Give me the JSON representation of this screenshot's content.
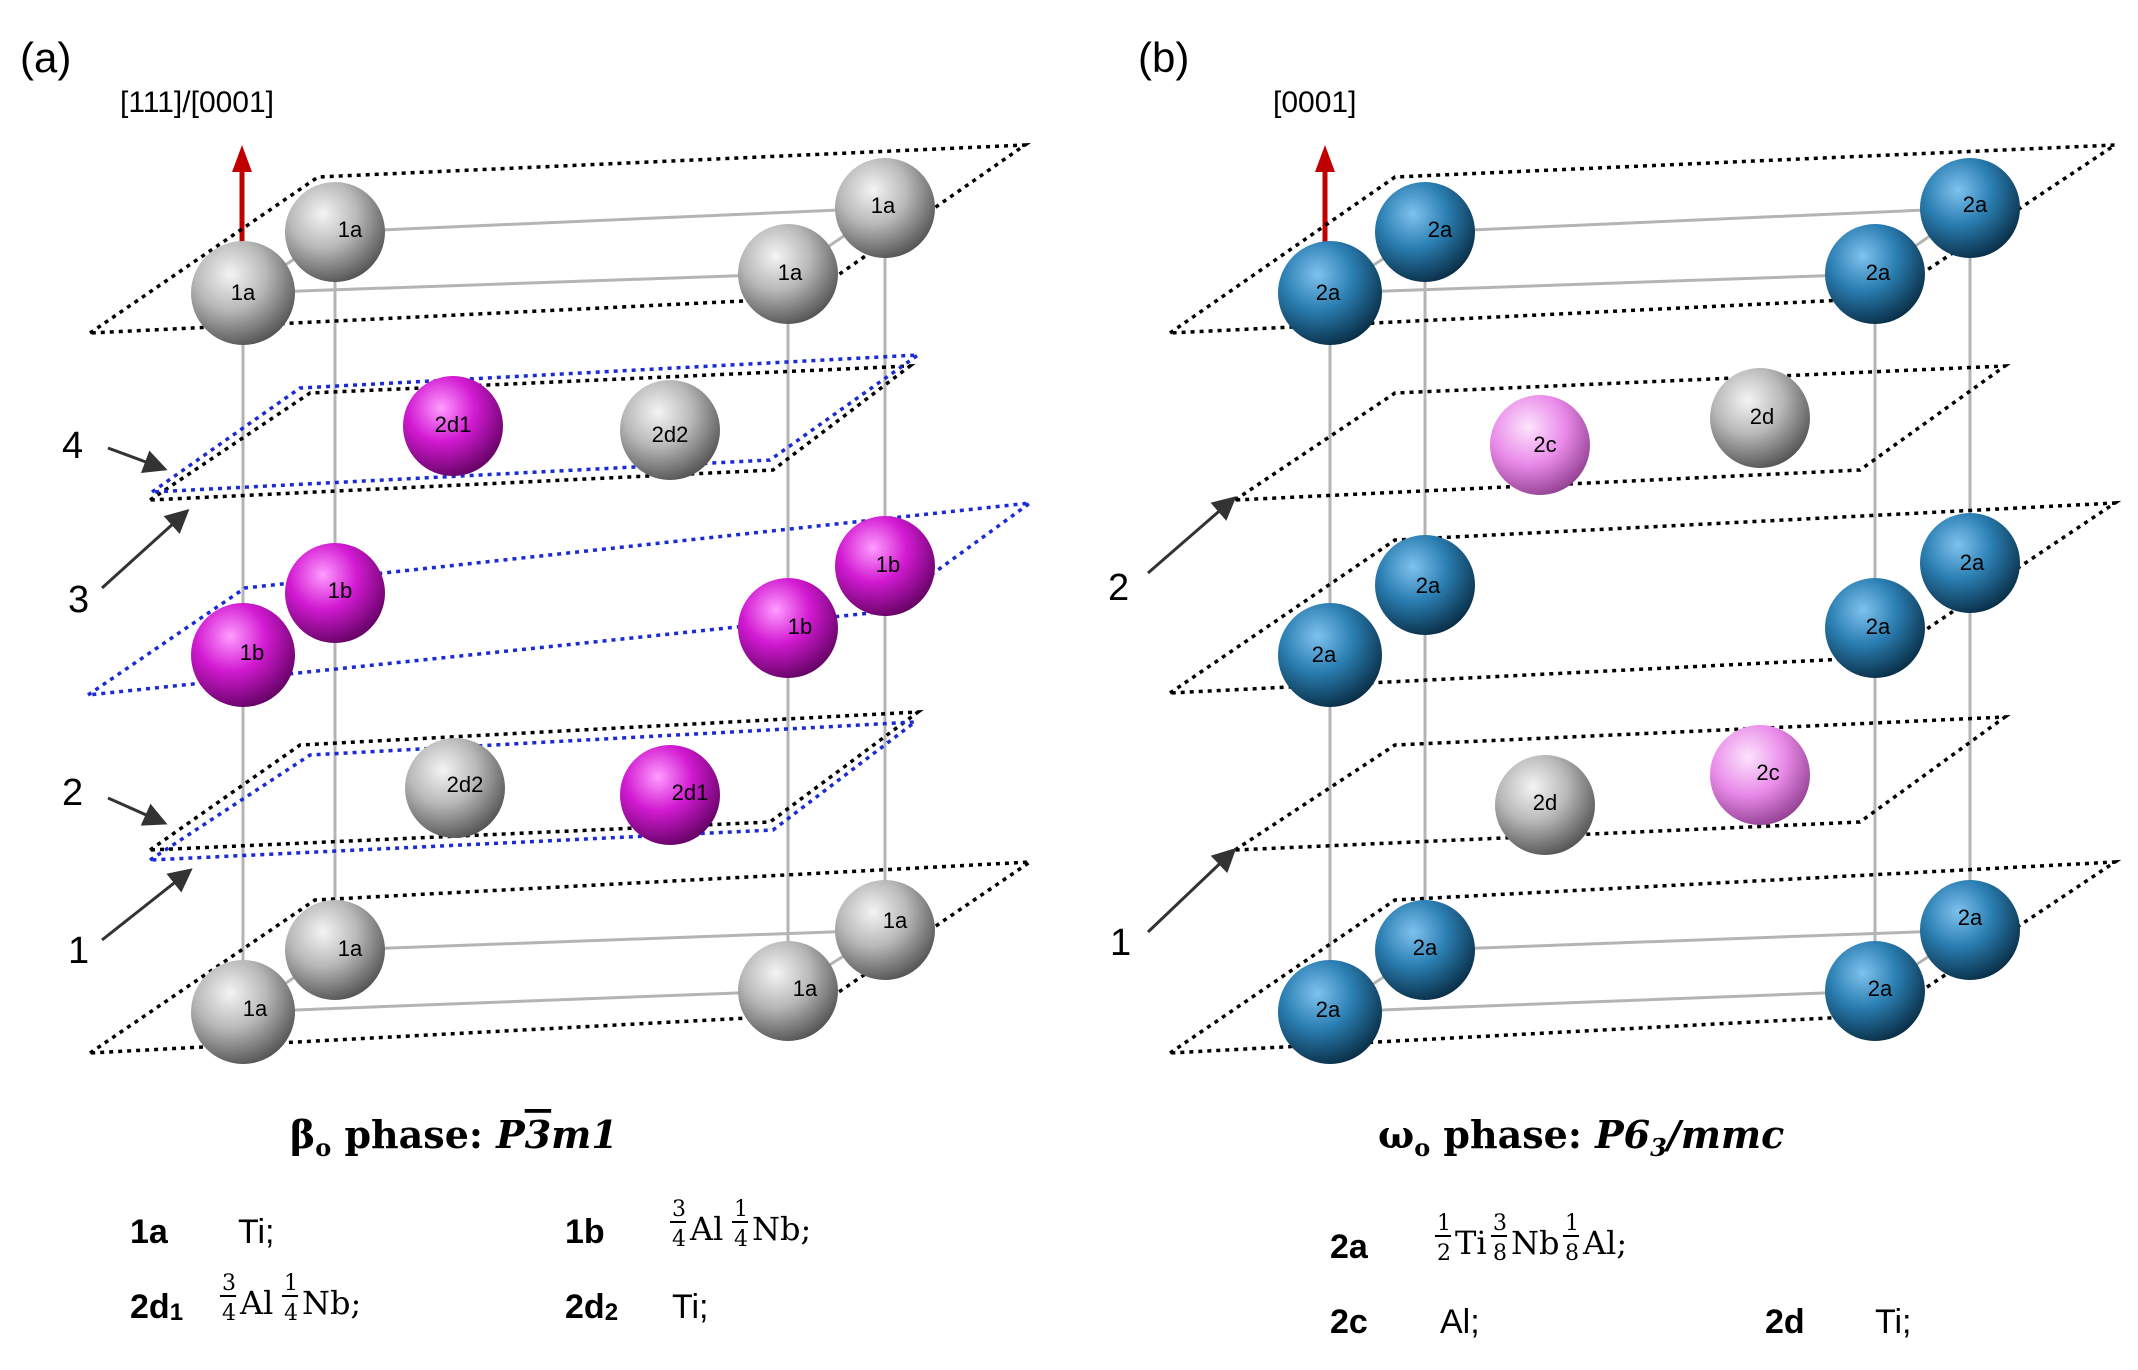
{
  "panel_a": {
    "label": "(a)",
    "axis_label": "[111]/[0001]",
    "plane_numbers": [
      "4",
      "3",
      "2",
      "1"
    ],
    "title_phase_symbol": "β",
    "title_phase_subscript": "o",
    "title_phase_word": " phase: ",
    "title_space_group": {
      "P": "P",
      "bar": "3",
      "rest": "m1"
    },
    "sites": {
      "top_front_left": "1a",
      "top_back_left": "1a",
      "top_front_right": "1a",
      "top_back_right": "1a",
      "upper_d1": "2d1",
      "upper_d2": "2d2",
      "mid_front_left": "1b",
      "mid_back_left": "1b",
      "mid_front_right": "1b",
      "mid_back_right": "1b",
      "lower_d2": "2d2",
      "lower_d1": "2d1",
      "bottom_front_left": "1a",
      "bottom_back_left": "1a",
      "bottom_front_right": "1a",
      "bottom_back_right": "1a"
    },
    "legend": {
      "row1": {
        "site1": "1a",
        "occ1": "Ti;",
        "site2": "1b",
        "occ2": {
          "n1": "3",
          "d1": "4",
          "el1": "Al",
          "n2": "1",
          "d2": "4",
          "el2": "Nb;"
        }
      },
      "row2": {
        "site1": "2d",
        "site1_sub": "1",
        "occ1": {
          "n1": "3",
          "d1": "4",
          "el1": "Al",
          "n2": "1",
          "d2": "4",
          "el2": "Nb;"
        },
        "site2": "2d",
        "site2_sub": "2",
        "occ2": "Ti;"
      }
    }
  },
  "panel_b": {
    "label": "(b)",
    "axis_label": "[0001]",
    "plane_numbers": [
      "2",
      "1"
    ],
    "title_phase_symbol": "ω",
    "title_phase_subscript": "o",
    "title_phase_word": " phase: ",
    "title_space_group": {
      "P": "P6",
      "sub": "3",
      "rest": "/mmc"
    },
    "sites": {
      "top_front_left": "2a",
      "top_back_left": "2a",
      "top_front_right": "2a",
      "top_back_right": "2a",
      "upper_c": "2c",
      "upper_d": "2d",
      "mid_front_left": "2a",
      "mid_back_left": "2a",
      "mid_front_right": "2a",
      "mid_back_right": "2a",
      "lower_d": "2d",
      "lower_c": "2c",
      "bottom_front_left": "2a",
      "bottom_back_left": "2a",
      "bottom_front_right": "2a",
      "bottom_back_right": "2a"
    },
    "legend": {
      "row1": {
        "site": "2a",
        "occ": {
          "n1": "1",
          "d1": "2",
          "el1": "Ti",
          "n2": "3",
          "d2": "8",
          "el2": "Nb",
          "n3": "1",
          "d3": "8",
          "el3": "Al;"
        }
      },
      "row2": {
        "site1": "2c",
        "occ1": "Al;",
        "site2": "2d",
        "occ2": "Ti;"
      }
    }
  },
  "colors": {
    "ti_gray": "#a8a8a8",
    "magenta": "#d21ad2",
    "pink": "#e88ae8",
    "blue": "#1f6e9e",
    "axis_red": "#c00000",
    "plane_blue": "#1a2bd6",
    "plane_black": "#000000",
    "frame_gray": "#b4b4b4"
  }
}
